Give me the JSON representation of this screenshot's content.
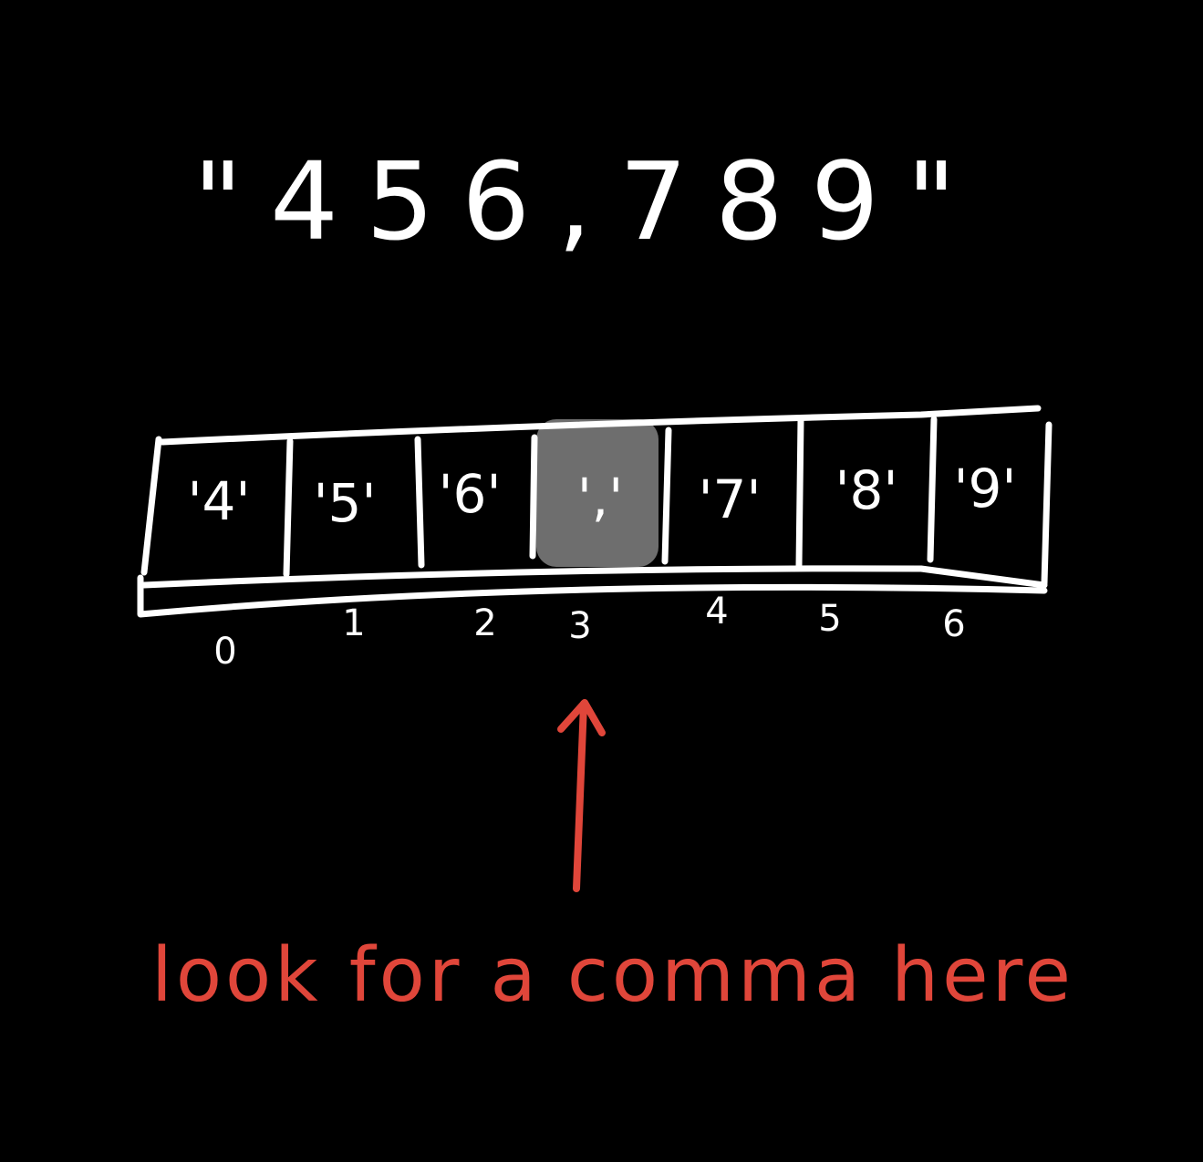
{
  "background": "#000000",
  "ink_color": "#ffffff",
  "highlight_color": "#6e6e6e",
  "annotation_color": "#e0463a",
  "string_literal": "\"456,789\"",
  "array": {
    "cells": [
      {
        "char": "'4'",
        "index": "0"
      },
      {
        "char": "'5'",
        "index": "1"
      },
      {
        "char": "'6'",
        "index": "2"
      },
      {
        "char": "','",
        "index": "3",
        "highlighted": true
      },
      {
        "char": "'7'",
        "index": "4"
      },
      {
        "char": "'8'",
        "index": "5"
      },
      {
        "char": "'9'",
        "index": "6"
      }
    ]
  },
  "pointer": {
    "icon": "up-arrow-icon",
    "target_index": 3
  },
  "annotation": "look for a comma here"
}
